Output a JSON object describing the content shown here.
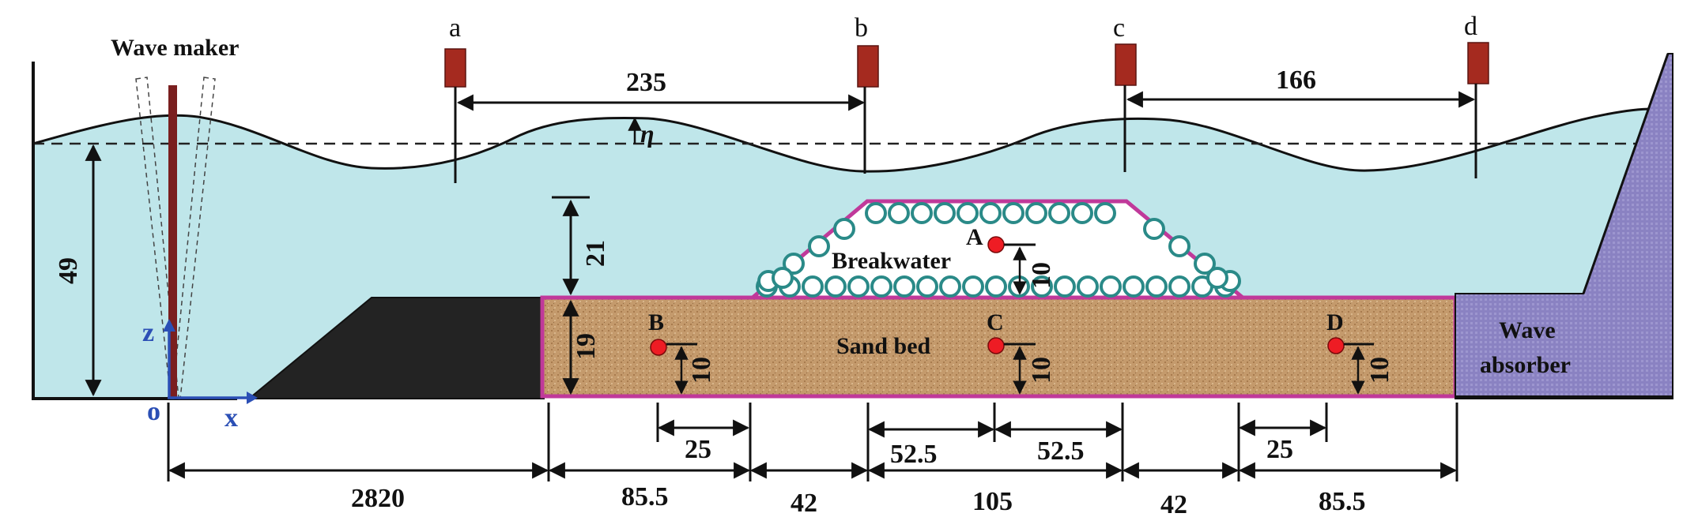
{
  "labels": {
    "wave_maker": "Wave maker",
    "breakwater": "Breakwater",
    "sand_bed": "Sand bed",
    "wave_absorber_line1": "Wave",
    "wave_absorber_line2": "absorber",
    "eta": "η",
    "axis_z": "z",
    "axis_x": "x",
    "origin": "o"
  },
  "gauges": [
    "a",
    "b",
    "c",
    "d"
  ],
  "points": [
    "A",
    "B",
    "C",
    "D"
  ],
  "dimensions": {
    "gauge_ab": "235",
    "gauge_cd": "166",
    "water_depth": "49",
    "breakwater_submergence": "21",
    "sand_thickness": "19",
    "point_A_depth": "10",
    "point_B_depth": "10",
    "point_C_depth": "10",
    "point_D_depth": "10",
    "offset_B": "25",
    "half_crest_left": "52.5",
    "half_crest_right": "52.5",
    "offset_D": "25",
    "channel": "2820",
    "sand_left": "85.5",
    "slope_left": "42",
    "crest_width": "105",
    "slope_right": "42",
    "sand_right": "85.5"
  },
  "colors": {
    "water": "#bfe6ea",
    "sand": "#c49a6c",
    "sand_border": "#c0399a",
    "ramp": "#232323",
    "absorber": "#8a82c2",
    "gauge": "#a52a1f",
    "paddle": "#7a1f1f",
    "point": "#ee1c24",
    "pebble": "#2a8a88",
    "axis": "#2b4fb5"
  }
}
